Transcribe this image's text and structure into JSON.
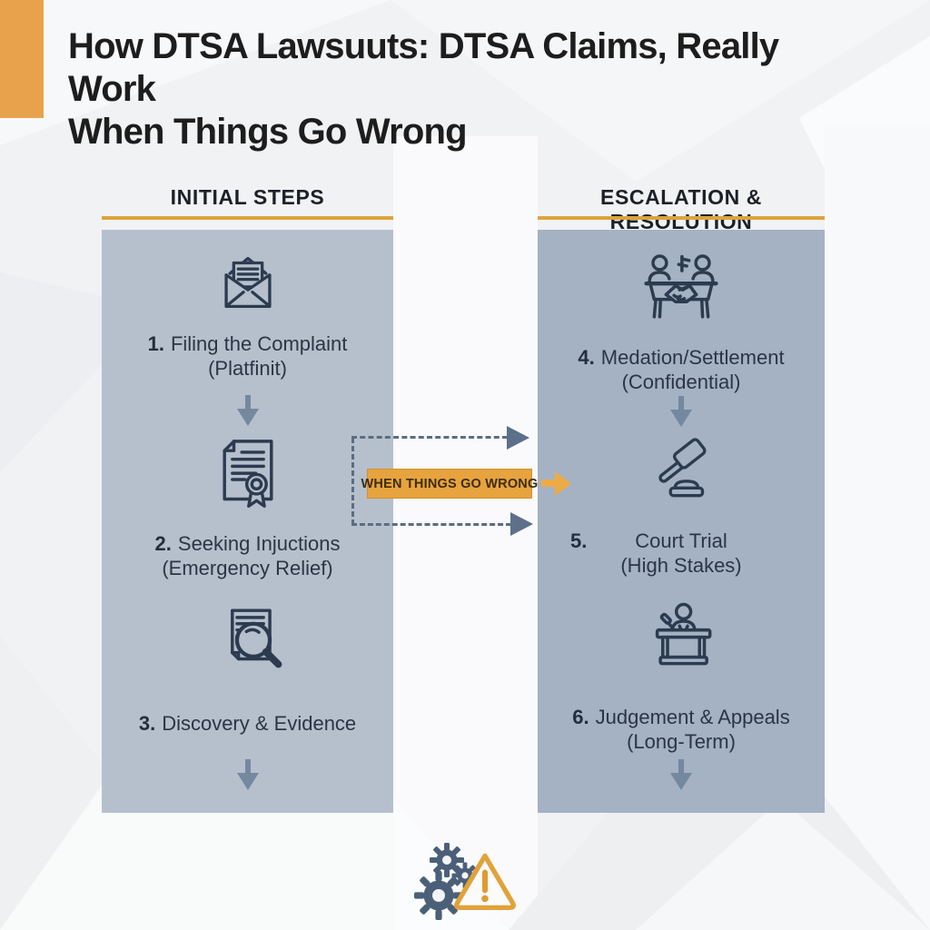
{
  "title": {
    "line1": "How DTSA Lawsuuts: DTSA Claims, Really Work",
    "line2": "When Things Go Wrong"
  },
  "columns": {
    "left": {
      "header": "INITIAL STEPS",
      "steps": [
        {
          "number": "1.",
          "label": "Filing the Complaint",
          "sub": "(Platfinit)",
          "icon": "envelope-icon"
        },
        {
          "number": "2.",
          "label": "Seeking Injuctions",
          "sub": "(Emergency Relief)",
          "icon": "certificate-icon"
        },
        {
          "number": "3.",
          "label": "Discovery & Evidence",
          "sub": "",
          "icon": "magnifier-document-icon"
        }
      ]
    },
    "right": {
      "header": "ESCALATION & RESOLUTION",
      "steps": [
        {
          "number": "4.",
          "label": "Medation/Settlement",
          "sub": "(Confidential)",
          "icon": "handshake-meeting-icon"
        },
        {
          "number": "5.",
          "label": "Court Trial",
          "sub": "(High Stakes)",
          "icon": "gavel-icon"
        },
        {
          "number": "6.",
          "label": "Judgement & Appeals",
          "sub": "(Long-Term)",
          "icon": "judge-bench-icon"
        }
      ]
    }
  },
  "connector": {
    "badge": "WHEN THINGS GO WRONG"
  },
  "footer_icons": [
    "gears-icon",
    "warning-triangle-icon"
  ],
  "colors": {
    "accent_orange": "#e6a23c",
    "corner_orange": "#e9a24c",
    "panel_left": "#b5c0cc",
    "panel_right": "#a4b2c3",
    "icon_stroke": "#2d3b50",
    "arrow_slate": "#74889f",
    "dashed_line": "#5c6d82",
    "gear_slate": "#4b6078",
    "title_text": "#1d1d1d",
    "step_text": "#2c3544"
  }
}
